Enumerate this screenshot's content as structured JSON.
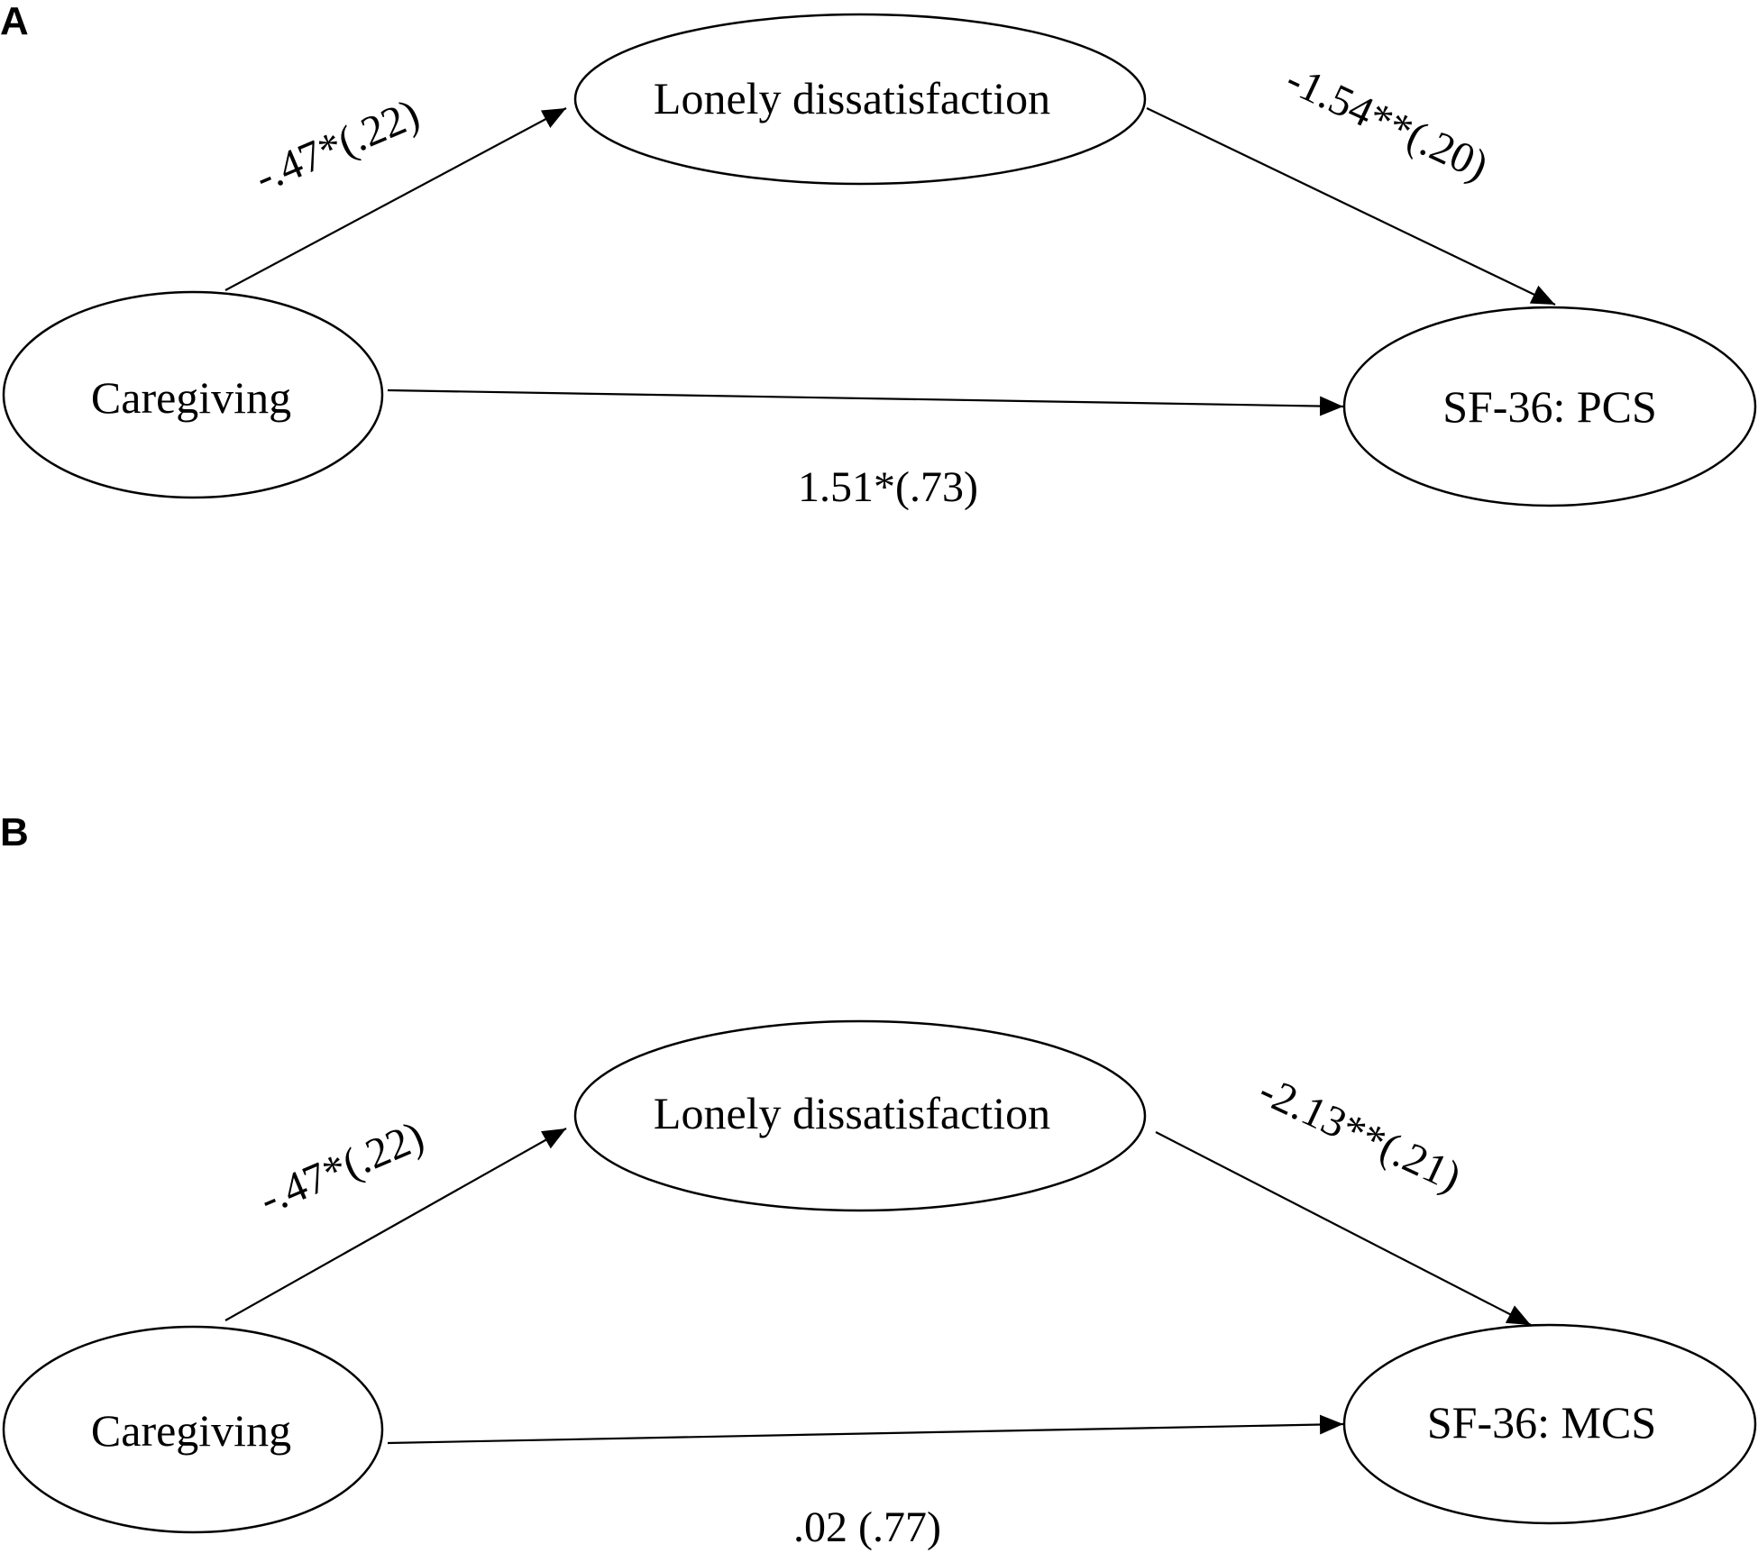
{
  "colors": {
    "background": "#ffffff",
    "ink": "#000000"
  },
  "panels": [
    {
      "letter": "A",
      "nodes": {
        "predictor": "Caregiving",
        "mediator": "Lonely dissatisfaction",
        "outcome": "SF-36: PCS"
      },
      "paths": {
        "a": "-.47*(.22)",
        "b": "-1.54**(.20)",
        "c": "1.51*(.73)"
      }
    },
    {
      "letter": "B",
      "nodes": {
        "predictor": "Caregiving",
        "mediator": "Lonely dissatisfaction",
        "outcome": "SF-36: MCS"
      },
      "paths": {
        "a": "-.47*(.22)",
        "b": "-2.13**(.21)",
        "c": ".02 (.77)"
      }
    }
  ]
}
